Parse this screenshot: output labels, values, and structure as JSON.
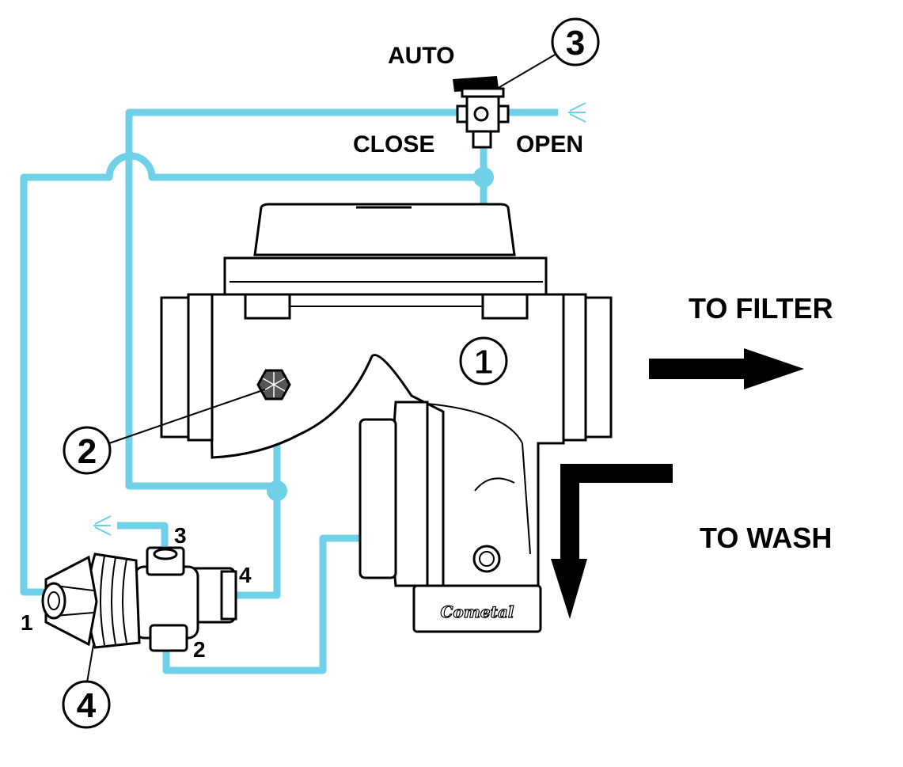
{
  "colors": {
    "pipe": "#6fd0e8",
    "ink": "#000000",
    "background": "#ffffff"
  },
  "labels": {
    "auto": "AUTO",
    "close": "CLOSE",
    "open": "OPEN",
    "to_filter": "TO FILTER",
    "to_wash": "TO WASH",
    "brand": "Cometal"
  },
  "callouts": {
    "c1": "1",
    "c2": "2",
    "c3": "3",
    "c4": "4"
  },
  "ports": {
    "p1": "1",
    "p2": "2",
    "p3": "3",
    "p4": "4"
  },
  "icons": [
    "valve-body-icon",
    "three-way-selector-valve-icon",
    "strainer-icon",
    "relay-valve-icon",
    "arrow-right-icon",
    "arrow-down-icon"
  ]
}
